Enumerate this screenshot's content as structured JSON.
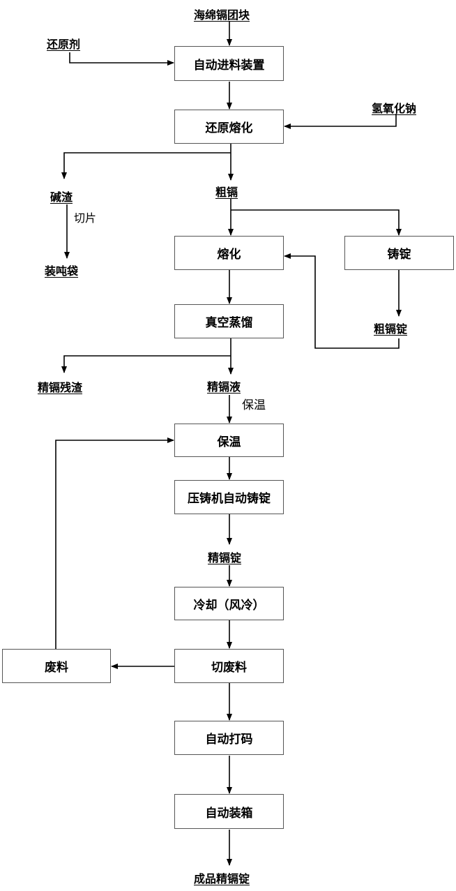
{
  "boxes": {
    "auto_feed": "自动进料装置",
    "reduce_melt": "还原熔化",
    "melt": "熔化",
    "cast_ingot": "铸锭",
    "vacuum_distill": "真空蒸馏",
    "keep_warm": "保温",
    "die_cast": "压铸机自动铸锭",
    "cooling": "冷却（风冷）",
    "cut_waste": "切废料",
    "waste": "废料",
    "auto_mark": "自动打码",
    "auto_pack": "自动装箱"
  },
  "labels": {
    "sponge_cadmium": "海绵镉团块",
    "reductant": "还原剂",
    "sodium_hydroxide": "氢氧化钠",
    "alkali_slag": "碱渣",
    "crude_cadmium": "粗镉",
    "bagging": "装吨袋",
    "crude_ingot": "粗镉锭",
    "refined_residue": "精镉残渣",
    "refined_liquid": "精镉液",
    "refined_ingot": "精镉锭",
    "final_product": "成品精镉锭"
  },
  "notes": {
    "slicing": "切片",
    "keep_warm_note": "保温"
  }
}
